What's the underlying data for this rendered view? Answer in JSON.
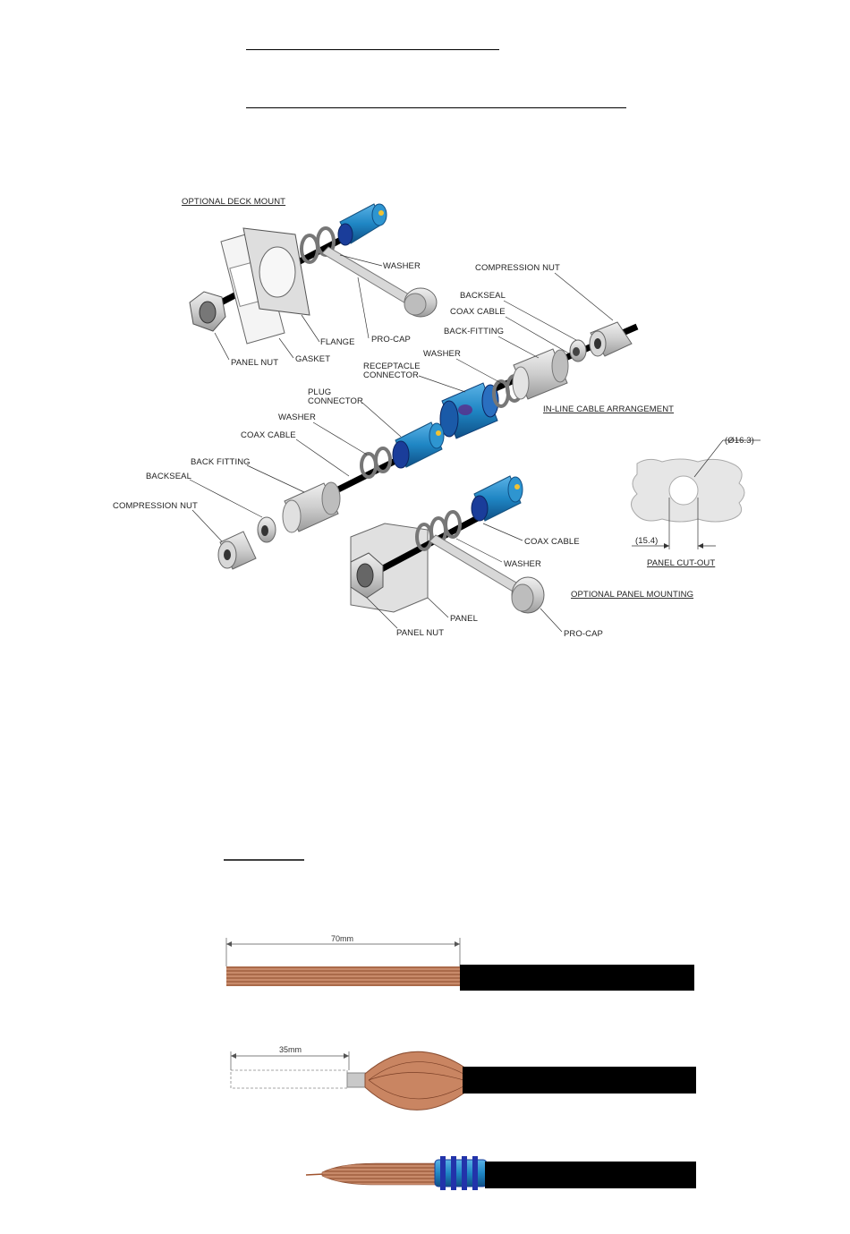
{
  "colors": {
    "connector_blue": "#1f86c4",
    "connector_dark": "#1a3d9a",
    "copper": "#b06a48",
    "cable_black": "#000000",
    "part_grey": "#cfcfcf"
  },
  "exploded_view": {
    "sections": {
      "deck_mount": "OPTIONAL DECK MOUNT",
      "inline": "IN-LINE CABLE ARRANGEMENT",
      "panel_mounting": "OPTIONAL PANEL MOUNTING",
      "panel_cutout": "PANEL CUT-OUT"
    },
    "deck_labels": {
      "washer": "WASHER",
      "pro_cap": "PRO-CAP",
      "flange": "FLANGE",
      "gasket": "GASKET",
      "panel_nut": "PANEL NUT"
    },
    "inline_labels": {
      "compression_nut": "COMPRESSION NUT",
      "backseal": "BACKSEAL",
      "coax_cable": "COAX CABLE",
      "back_fitting": "BACK-FITTING",
      "washer": "WASHER",
      "receptacle_1": "RECEPTACLE",
      "receptacle_2": "CONNECTOR"
    },
    "plug_labels": {
      "plug_1": "PLUG",
      "plug_2": "CONNECTOR",
      "washer": "WASHER",
      "coax_cable": "COAX CABLE",
      "back_fitting": "BACK FITTING",
      "backseal": "BACKSEAL",
      "compression_nut": "COMPRESSION NUT"
    },
    "panel_labels": {
      "coax_cable": "COAX CABLE",
      "washer": "WASHER",
      "panel": "PANEL",
      "panel_nut": "PANEL NUT",
      "pro_cap": "PRO-CAP"
    },
    "cutout_dims": {
      "diameter": "(Ø16.3)",
      "width": "(15.4)"
    }
  },
  "stripping": {
    "step1_length": "70mm",
    "step2_length": "35mm"
  }
}
